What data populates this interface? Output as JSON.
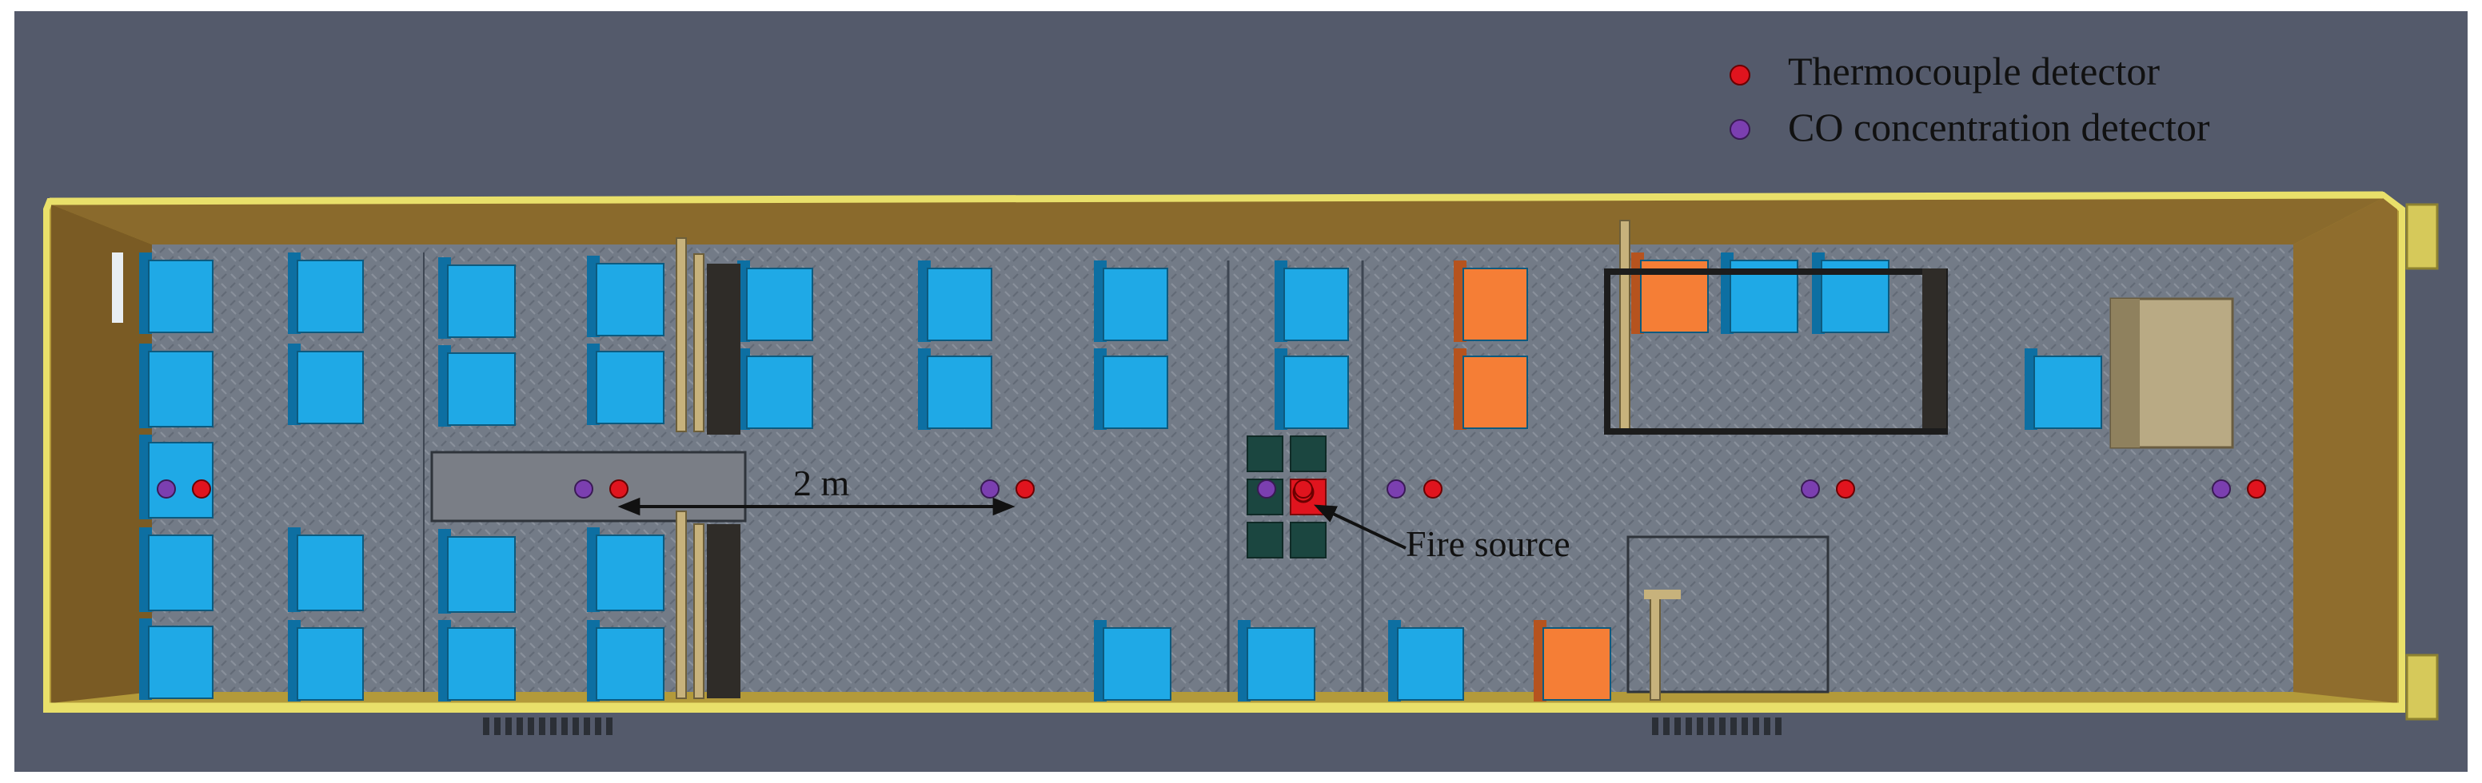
{
  "legend": {
    "items": [
      {
        "label": "Thermocouple detector",
        "icon": "thermocouple-dot-icon",
        "color": "#e0141e"
      },
      {
        "label": "CO concentration detector",
        "icon": "co-detector-dot-icon",
        "color": "#7b3fb0"
      }
    ]
  },
  "annotations": {
    "distance_label": "2 m",
    "fire_label": "Fire source"
  },
  "colors": {
    "background": "#545a6b",
    "wall": "#e9e06a",
    "floor": "#7f8894",
    "seat_blue": "#1fa9e6",
    "seat_orange": "#f57e36",
    "fire": "#e0141e",
    "fire_cells": "#1b4640",
    "cabinet": "#b9aa84"
  }
}
